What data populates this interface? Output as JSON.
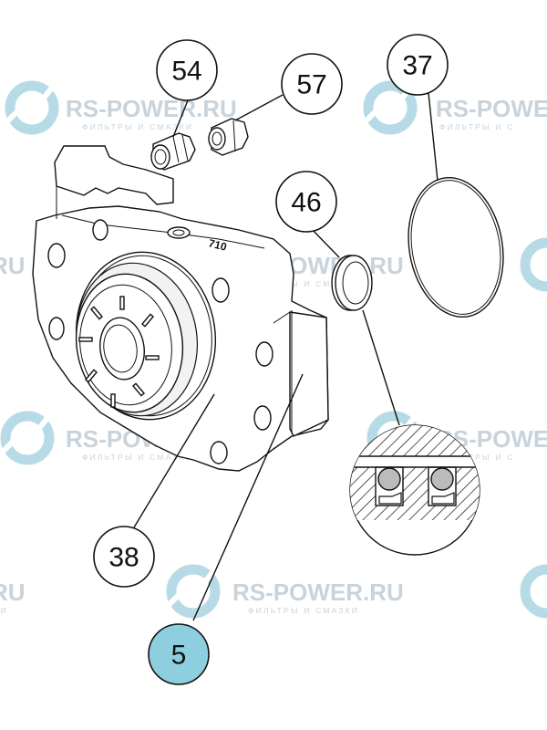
{
  "watermark": {
    "brand": "RS-POWER.RU",
    "brand_cut_left": "RS-POWE",
    "brand_cut_right": "RU",
    "tagline": "ФИЛЬТРЫ И СМАЗКИ",
    "tagline_cut_left": "ФИЛЬТРЫ И С",
    "tagline_cut_right": "ЗКИ",
    "color": "#c9d3db",
    "logo_color": "#b7dbe6"
  },
  "part_stamp": "710",
  "callouts": [
    {
      "id": "54",
      "label": "54",
      "highlighted": false
    },
    {
      "id": "57",
      "label": "57",
      "highlighted": false
    },
    {
      "id": "37",
      "label": "37",
      "highlighted": false
    },
    {
      "id": "46",
      "label": "46",
      "highlighted": false
    },
    {
      "id": "38",
      "label": "38",
      "highlighted": false
    },
    {
      "id": "5",
      "label": "5",
      "highlighted": true
    }
  ],
  "colors": {
    "highlight_fill": "#8ecfdf",
    "stroke": "#111111"
  }
}
